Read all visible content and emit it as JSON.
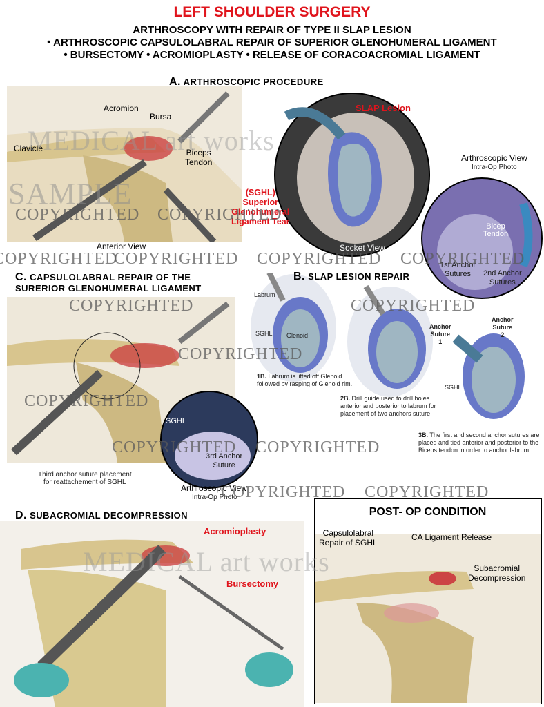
{
  "title": "LEFT SHOULDER SURGERY",
  "subtitle": [
    "ARTHROSCOPY WITH REPAIR OF TYPE II SLAP LESION",
    "• ARTHROSCOPIC CAPSULOLABRAL REPAIR OF SUPERIOR GLENOHUMERAL LIGAMENT",
    "• BURSECTOMY • ACROMIOPLASTY • RELEASE OF CORACOACROMIAL LIGAMENT"
  ],
  "sectionA": {
    "letter": "A.",
    "title": "ARTHROSCOPIC PROCEDURE",
    "labels": {
      "acromion": "Acromion",
      "bursa": "Bursa",
      "clavicle": "Clavicle",
      "biceps": "Biceps\nTendon",
      "anterior": "Anterior View",
      "slap": "SLAP Lesion",
      "sghl": "(SGHL)\nSuperior\nGlenohumeral\nLigament Tear",
      "socket": "Socket View",
      "arthro_title": "Arthroscopic View",
      "arthro_sub": "Intra-Op Photo",
      "bicep": "Bicep\nTendon",
      "first": "1st Anchor\nSutures",
      "second": "2nd Anchor\nSutures"
    }
  },
  "sectionB": {
    "letter": "B.",
    "title": "SLAP LESION REPAIR",
    "labels": {
      "labrum": "Labrum",
      "sghl": "SGHL",
      "glenoid": "Glenoid",
      "anchor1": "Anchor\nSuture\n1",
      "anchor2": "Anchor\nSuture\n2",
      "sghl2": "SGHL"
    },
    "captions": [
      {
        "num": "1B.",
        "text": " Labrum is lifted off Glenoid followed by rasping of Glenoid rim."
      },
      {
        "num": "2B.",
        "text": " Drill guide used to drill holes anterior and posterior to labrum for placement of two anchors suture"
      },
      {
        "num": "3B.",
        "text": " The first and second anchor sutures are placed and tied anterior and posterior to the Biceps tendon in order to anchor labrum."
      }
    ]
  },
  "sectionC": {
    "letter": "C.",
    "title": "CAPSULOLABRAL REPAIR OF THE\nSURERIOR GLENOHUMERAL LIGAMENT",
    "labels": {
      "sghl": "SGHL",
      "anchor3": "3rd Anchor\nSuture",
      "caption": "Third anchor suture placement\nfor reattachement of SGHL",
      "arthro_title": "Arthroscopic View",
      "arthro_sub": "Intra-Op Photo"
    }
  },
  "sectionD": {
    "letter": "D.",
    "title": "SUBACROMIAL DECOMPRESSION",
    "labels": {
      "acromioplasty": "Acromioplasty",
      "bursectomy": "Bursectomy"
    }
  },
  "postop": {
    "title": "POST- OP CONDITION",
    "labels": {
      "capsulo": "Capsulolabral\nRepair of SGHL",
      "ca": "CA Ligament Release",
      "subacromial": "Subacromial\nDecompression"
    }
  },
  "watermark": {
    "copyright": "COPYRIGHTED",
    "sample": "SAMPLE",
    "brand": "MEDICAL art works"
  }
}
